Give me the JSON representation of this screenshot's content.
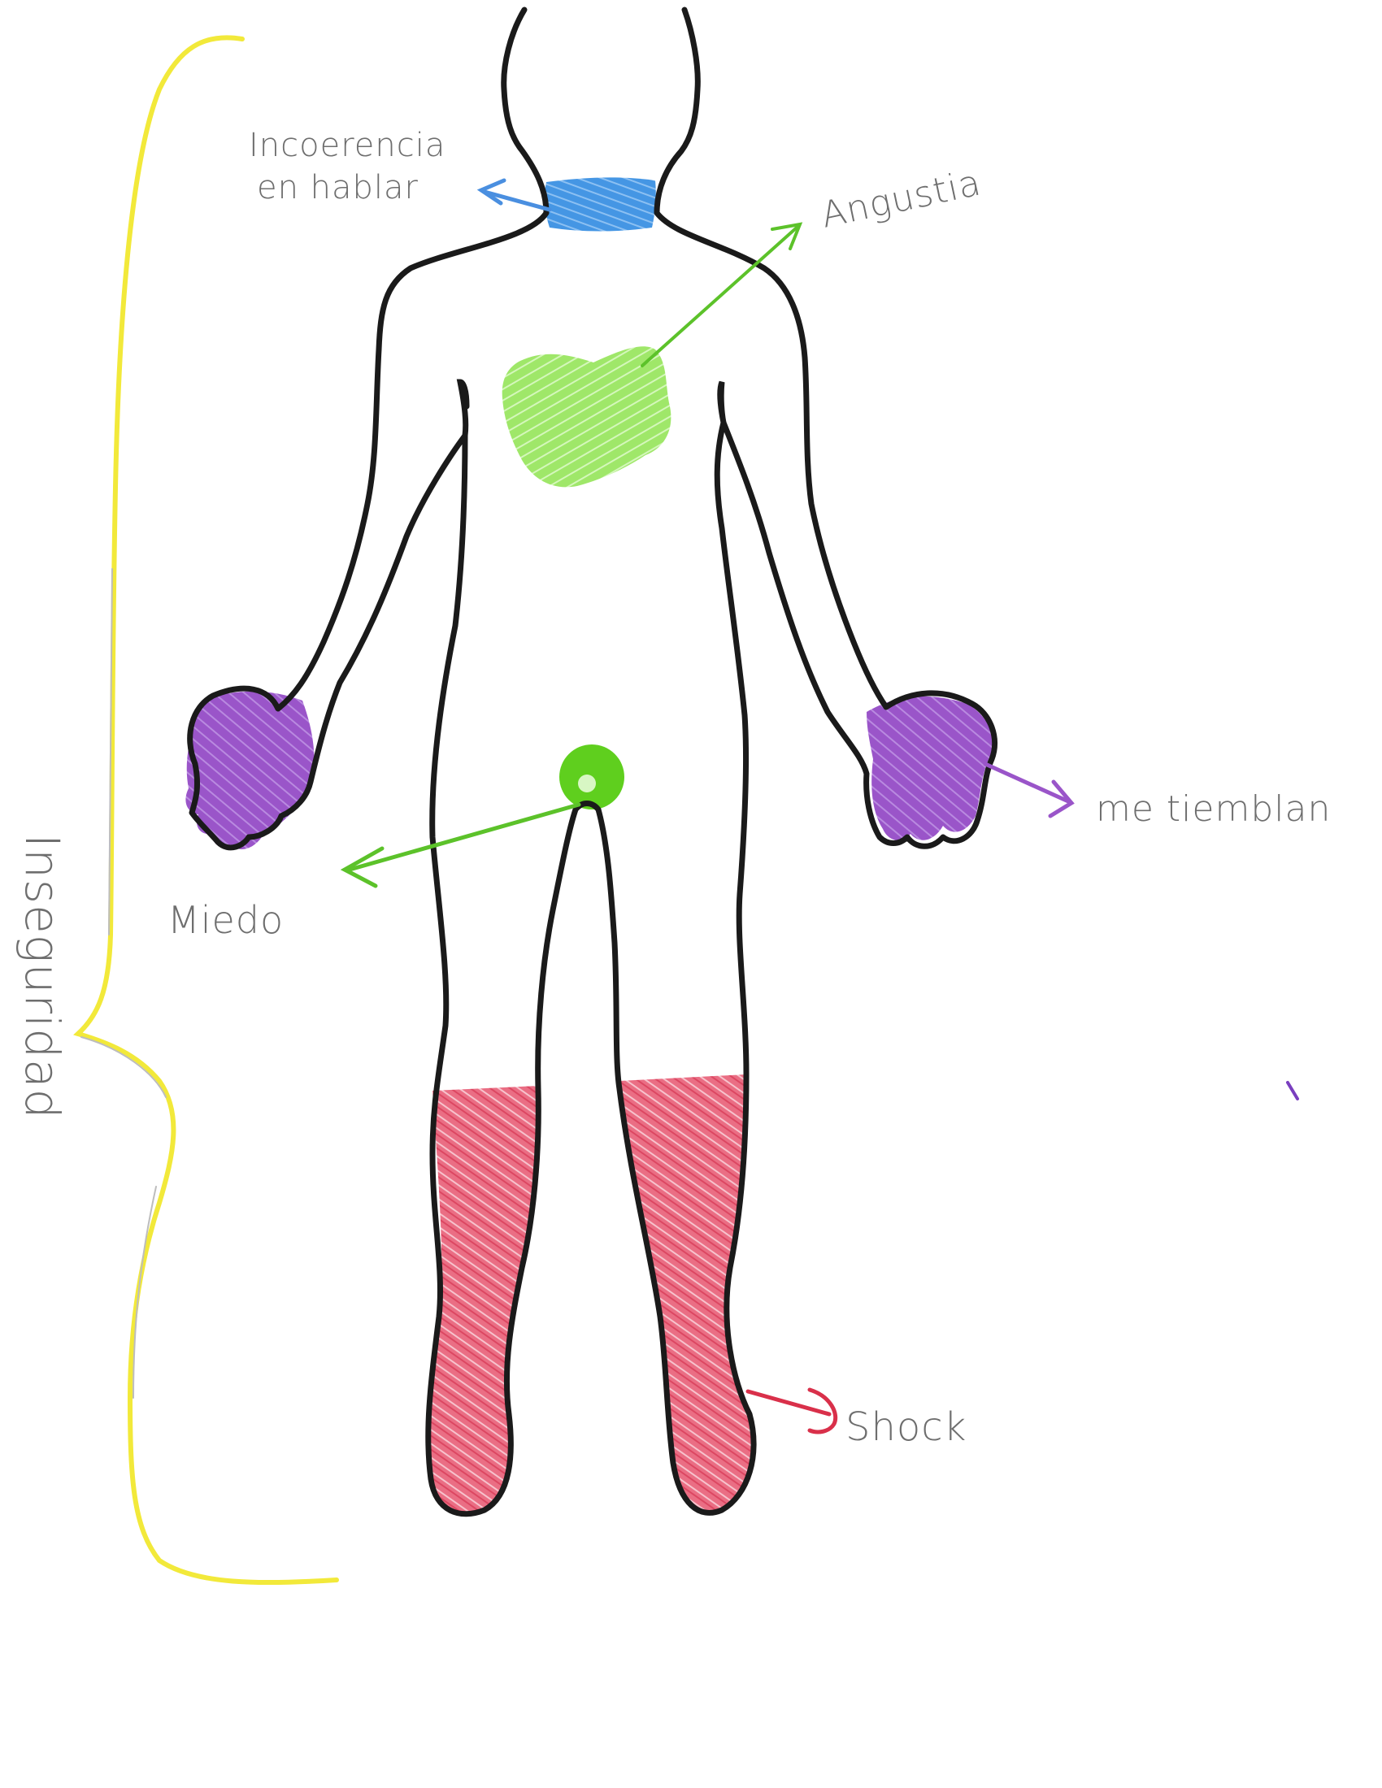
{
  "labels": {
    "throat_line1": "Incoerencia",
    "throat_line2": "en hablar",
    "chest": "Angustia",
    "hands": "me tiemblan",
    "groin": "Miedo",
    "legs": "Shock",
    "bracket": "Inseguridad"
  },
  "colors": {
    "outline": "#1a1a1a",
    "throat": "#3f8fe0",
    "chest": "#93e35a",
    "groin": "#5fcf1e",
    "arrow_green": "#5cc22a",
    "hands": "#9a55c9",
    "legs": "#e8637a",
    "legs_dark": "#d9304a",
    "bracket": "#f2e93a",
    "text": "#6e6e6e"
  }
}
